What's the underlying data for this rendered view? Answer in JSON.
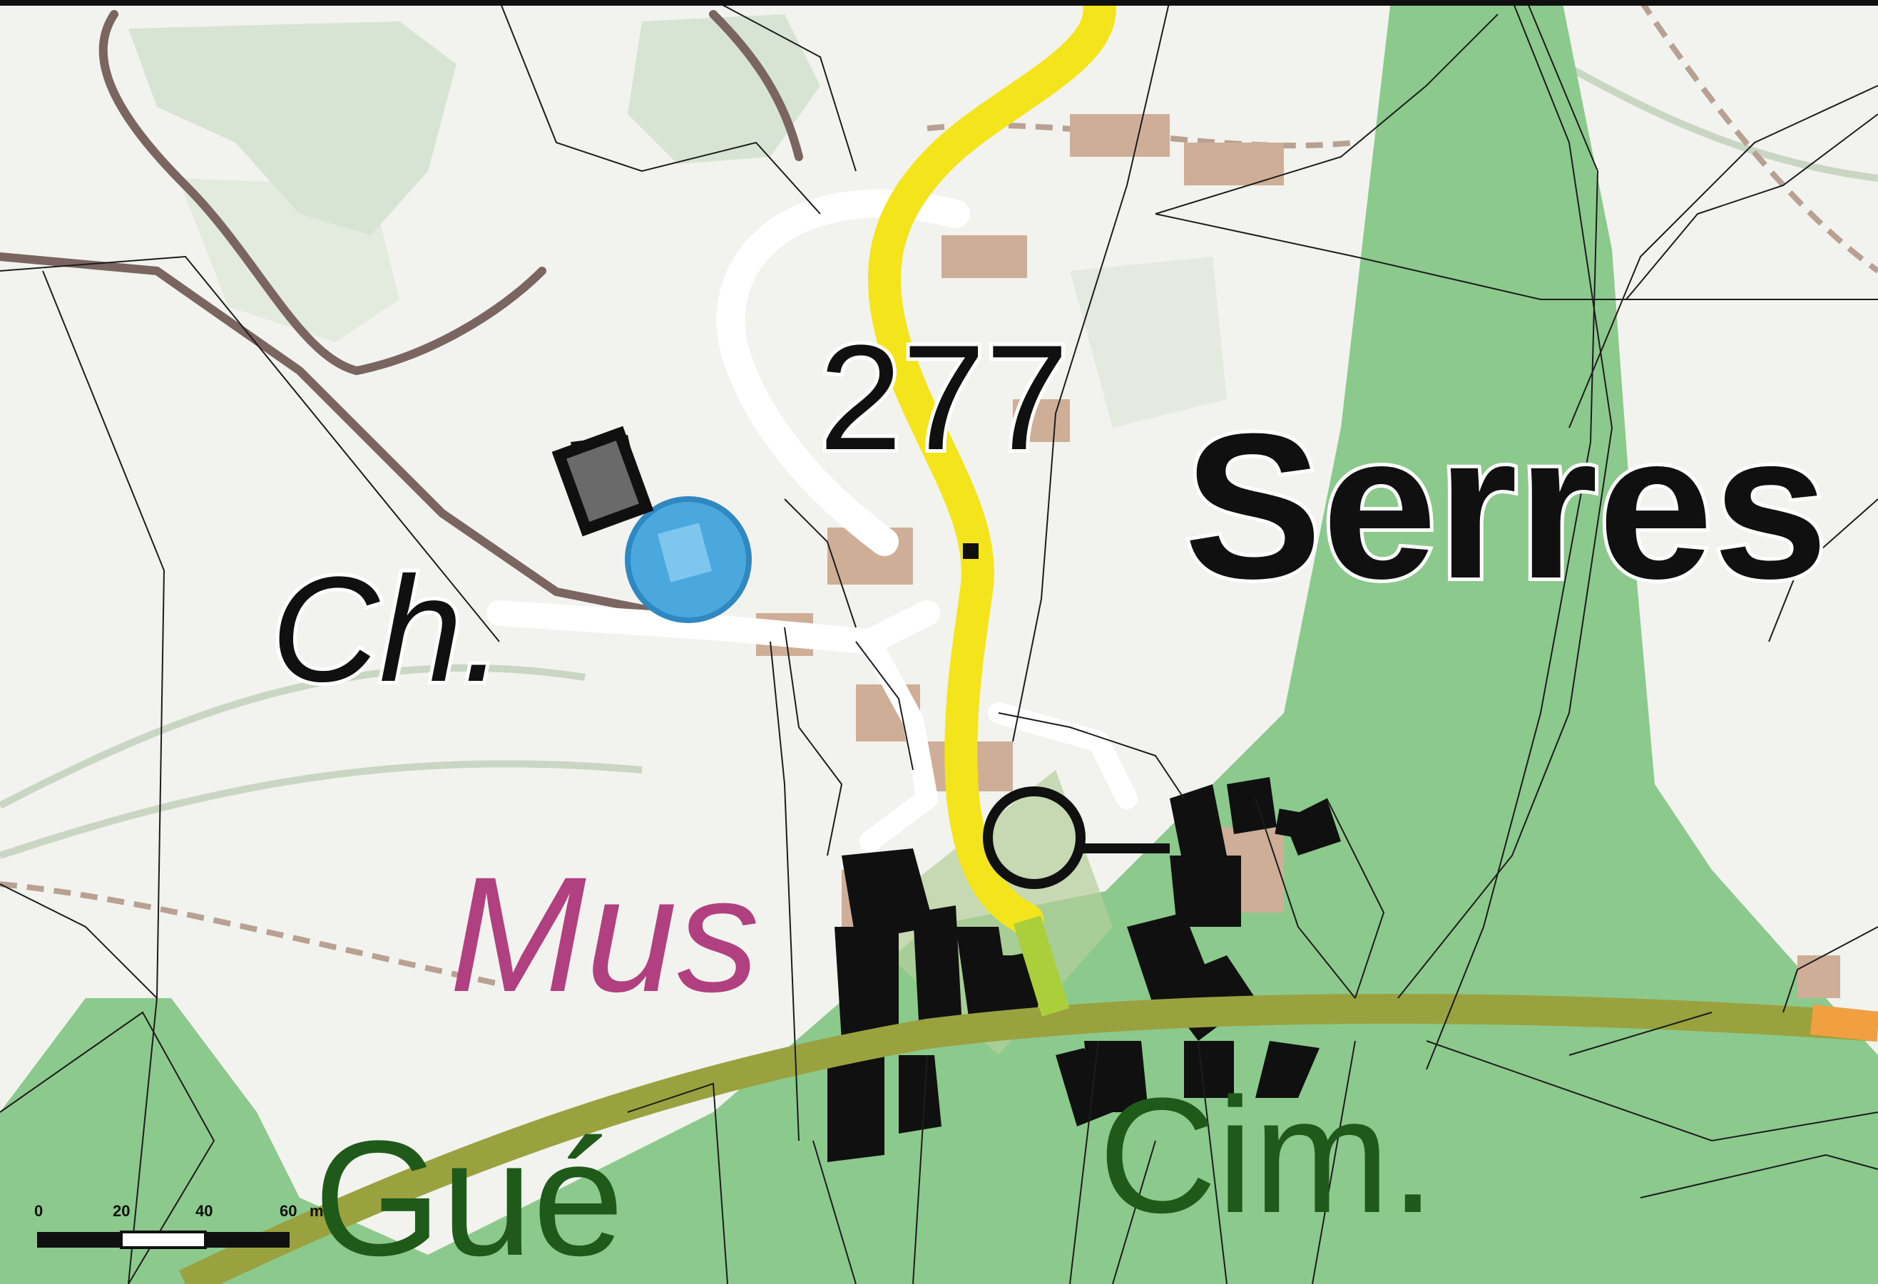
{
  "map": {
    "labels": {
      "elevation": "277",
      "hamlet": "Serres",
      "chapel": "Ch.",
      "museum_partial": "Mus",
      "ford": "Gué",
      "cemetery": "Cim."
    },
    "scale_bar": {
      "ticks": [
        "0",
        "20",
        "40",
        "60"
      ],
      "unit": "m"
    },
    "colors": {
      "background": "#f2f2ee",
      "meadow": "#8cc98c",
      "forest_zone": "#d5e2d0",
      "road_yellow": "#f4e41c",
      "road_olive": "#9aa240",
      "road_orange": "#f0a040",
      "building_black": "#101010",
      "building_tan": "#cfae98",
      "water_point": "#4aa8de",
      "path_brown": "#7a6560",
      "label_green": "#1f5a1a",
      "label_magenta": "#b04080"
    }
  }
}
